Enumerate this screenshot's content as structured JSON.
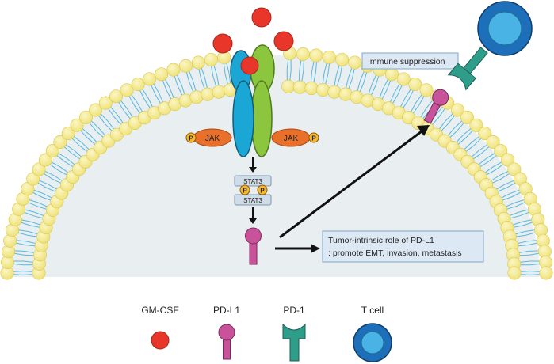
{
  "receptor": {
    "jak_left": "JAK",
    "jak_right": "JAK",
    "phospho_left": "P",
    "phospho_right": "P"
  },
  "stat": {
    "top_label": "STAT3",
    "bottom_label": "STAT3",
    "phospho_left": "P",
    "phospho_right": "P"
  },
  "boxes": {
    "immune": "Immune suppression",
    "tumor_line1": "Tumor-intrinsic role of PD-L1",
    "tumor_line2": ": promote EMT, invasion, metastasis"
  },
  "legend": {
    "gmcsf": "GM-CSF",
    "pdl1": "PD-L1",
    "pd1": "PD-1",
    "tcell": "T cell"
  },
  "colors": {
    "gmcsf_red": "#e8372a",
    "receptor_blue": "#1ba7d6",
    "receptor_green": "#8cc63f",
    "jak_orange": "#e8702a",
    "phospho_yellow": "#f5b82e",
    "lipid_yellow": "#f3ea8a",
    "cytoplasm": "#e9eef0",
    "pdl1_magenta": "#c9539a",
    "pd1_teal": "#2e9e8a",
    "tcell_outer": "#1c6fb8",
    "tcell_inner": "#49b3e6",
    "box_fill": "#dce8f3",
    "box_border": "#7fa7c9"
  }
}
